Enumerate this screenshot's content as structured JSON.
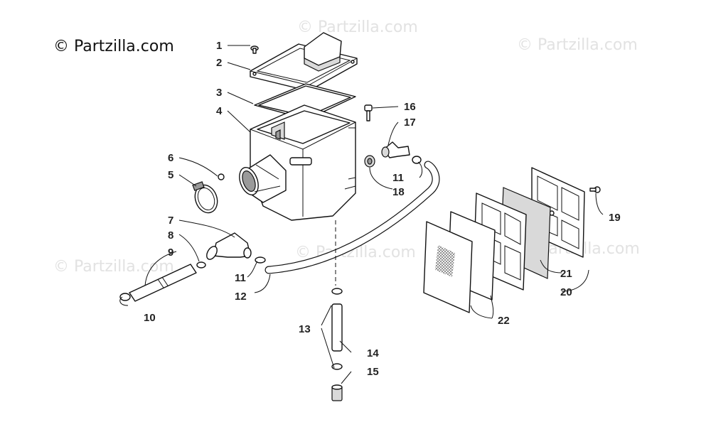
{
  "copyright": "© Partzilla.com",
  "watermark": "© Partzilla.com",
  "callouts": {
    "c1": "1",
    "c2": "2",
    "c3": "3",
    "c4": "4",
    "c5": "5",
    "c6": "6",
    "c7": "7",
    "c8": "8",
    "c9": "9",
    "c10": "10",
    "c11a": "11",
    "c11b": "11",
    "c12": "12",
    "c13": "13",
    "c14": "14",
    "c15": "15",
    "c16": "16",
    "c17": "17",
    "c18": "18",
    "c19": "19",
    "c20": "20",
    "c21": "21",
    "c22": "22"
  }
}
